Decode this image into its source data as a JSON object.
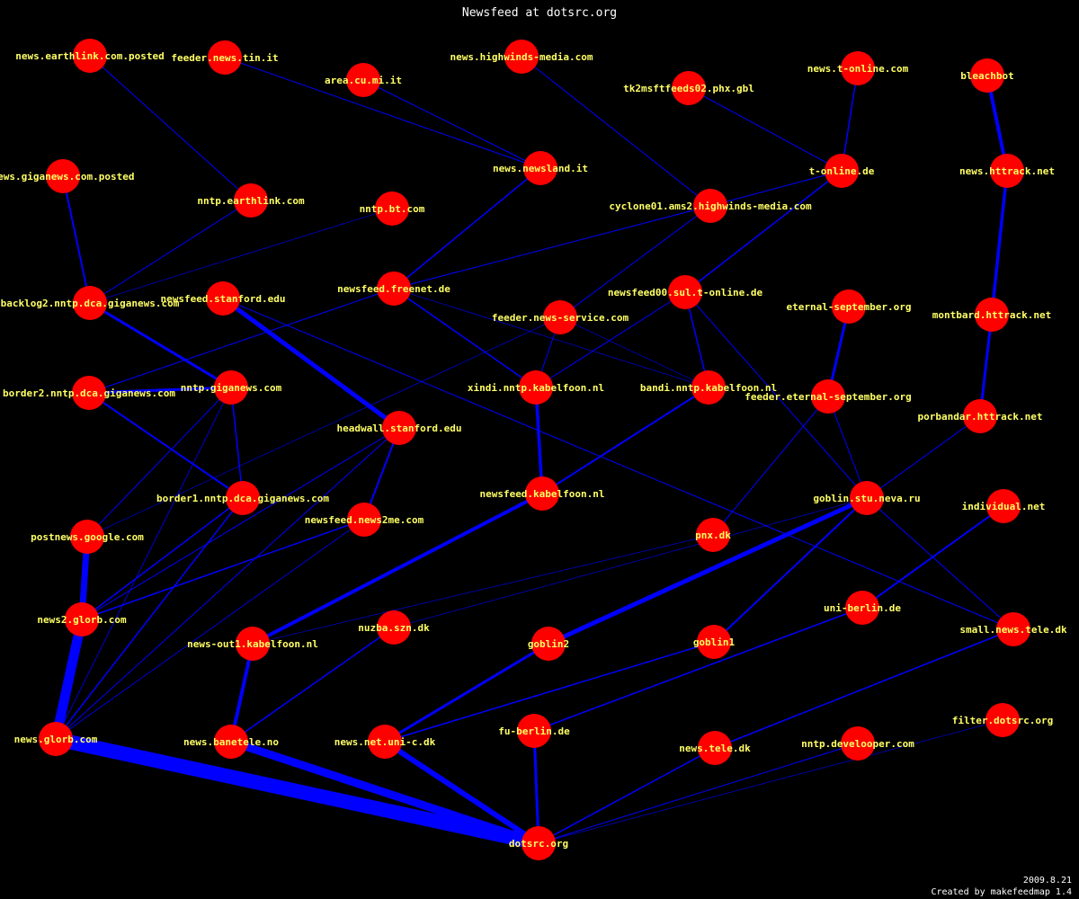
{
  "title": "Newsfeed at dotsrc.org",
  "footer": {
    "date": "2009.8.21",
    "credit": "Created by makefeedmap 1.4"
  },
  "colors": {
    "background": "#000000",
    "node": "#ff0000",
    "edge": "#0000ff",
    "label": "#ffff66",
    "title": "#ffffff"
  },
  "nodes": [
    {
      "id": "earthlink_posted",
      "label": "news.earthlink.com.posted"
    },
    {
      "id": "tin",
      "label": "feeder.news.tin.it"
    },
    {
      "id": "area_cu",
      "label": "area.cu.mi.it"
    },
    {
      "id": "highwinds",
      "label": "news.highwinds-media.com"
    },
    {
      "id": "tk2",
      "label": "tk2msftfeeds02.phx.gbl"
    },
    {
      "id": "toline_news",
      "label": "news.t-online.com"
    },
    {
      "id": "bleachbot",
      "label": "bleachbot"
    },
    {
      "id": "giganews_posted",
      "label": "news.giganews.com.posted"
    },
    {
      "id": "newsland",
      "label": "news.newsland.it"
    },
    {
      "id": "toline_de",
      "label": "t-online.de"
    },
    {
      "id": "httrack_news",
      "label": "news.httrack.net"
    },
    {
      "id": "nntp_earthlink",
      "label": "nntp.earthlink.com"
    },
    {
      "id": "nntp_bt",
      "label": "nntp.bt.com"
    },
    {
      "id": "cyclone",
      "label": "cyclone01.ams2.highwinds-media.com"
    },
    {
      "id": "backlog2",
      "label": "backlog2.nntp.dca.giganews.com"
    },
    {
      "id": "stanford_newsfeed",
      "label": "newsfeed.stanford.edu"
    },
    {
      "id": "freenet",
      "label": "newsfeed.freenet.de"
    },
    {
      "id": "newsfeed00_sul",
      "label": "newsfeed00.sul.t-online.de"
    },
    {
      "id": "eternal",
      "label": "eternal-september.org"
    },
    {
      "id": "montbard",
      "label": "montbard.httrack.net"
    },
    {
      "id": "news_service",
      "label": "feeder.news-service.com"
    },
    {
      "id": "border2",
      "label": "border2.nntp.dca.giganews.com"
    },
    {
      "id": "nntp_giganews",
      "label": "nntp.giganews.com"
    },
    {
      "id": "xindi",
      "label": "xindi.nntp.kabelfoon.nl"
    },
    {
      "id": "bandi",
      "label": "bandi.nntp.kabelfoon.nl"
    },
    {
      "id": "feeder_eternal",
      "label": "feeder.eternal-september.org"
    },
    {
      "id": "porbandar",
      "label": "porbandar.httrack.net"
    },
    {
      "id": "headwall",
      "label": "headwall.stanford.edu"
    },
    {
      "id": "border1",
      "label": "border1.nntp.dca.giganews.com"
    },
    {
      "id": "kabelfoon_newsfeed",
      "label": "newsfeed.kabelfoon.nl"
    },
    {
      "id": "goblin_neva",
      "label": "goblin.stu.neva.ru"
    },
    {
      "id": "individual",
      "label": "individual.net"
    },
    {
      "id": "news2me",
      "label": "newsfeed.news2me.com"
    },
    {
      "id": "postnews_google",
      "label": "postnews.google.com"
    },
    {
      "id": "pnx",
      "label": "pnx.dk"
    },
    {
      "id": "news2_glorb",
      "label": "news2.glorb.com"
    },
    {
      "id": "nuzba",
      "label": "nuzba.szn.dk"
    },
    {
      "id": "newsout1",
      "label": "news-out1.kabelfoon.nl"
    },
    {
      "id": "goblin2",
      "label": "goblin2"
    },
    {
      "id": "goblin1",
      "label": "goblin1"
    },
    {
      "id": "uni_berlin",
      "label": "uni-berlin.de"
    },
    {
      "id": "small_tele",
      "label": "small.news.tele.dk"
    },
    {
      "id": "news_glorb",
      "label": "news.glorb.com"
    },
    {
      "id": "banetele",
      "label": "news.banetele.no"
    },
    {
      "id": "uni_c",
      "label": "news.net.uni-c.dk"
    },
    {
      "id": "fu_berlin",
      "label": "fu-berlin.de"
    },
    {
      "id": "news_tele",
      "label": "news.tele.dk"
    },
    {
      "id": "develooper",
      "label": "nntp.develooper.com"
    },
    {
      "id": "filter_dotsrc",
      "label": "filter.dotsrc.org"
    },
    {
      "id": "dotsrc",
      "label": "dotsrc.org"
    }
  ],
  "edges": [
    [
      "news_glorb",
      "dotsrc",
      16
    ],
    [
      "banetele",
      "dotsrc",
      9
    ],
    [
      "uni_c",
      "dotsrc",
      6
    ],
    [
      "fu_berlin",
      "dotsrc",
      3
    ],
    [
      "news_tele",
      "dotsrc",
      1.5
    ],
    [
      "develooper",
      "dotsrc",
      1
    ],
    [
      "filter_dotsrc",
      "dotsrc",
      0.6
    ],
    [
      "news2_glorb",
      "news_glorb",
      11
    ],
    [
      "postnews_google",
      "news2_glorb",
      7
    ],
    [
      "newsout1",
      "banetele",
      4
    ],
    [
      "nuzba",
      "banetele",
      1.5
    ],
    [
      "goblin2",
      "uni_c",
      3
    ],
    [
      "goblin1",
      "uni_c",
      1.5
    ],
    [
      "uni_berlin",
      "fu_berlin",
      1.5
    ],
    [
      "small_tele",
      "news_tele",
      1.5
    ],
    [
      "individual",
      "uni_berlin",
      2
    ],
    [
      "goblin_neva",
      "goblin2",
      5
    ],
    [
      "goblin_neva",
      "goblin1",
      2
    ],
    [
      "goblin_neva",
      "nuzba",
      0.6
    ],
    [
      "goblin_neva",
      "small_tele",
      1
    ],
    [
      "porbandar",
      "goblin_neva",
      1
    ],
    [
      "kabelfoon_newsfeed",
      "newsout1",
      4
    ],
    [
      "xindi",
      "kabelfoon_newsfeed",
      3.5
    ],
    [
      "bandi",
      "kabelfoon_newsfeed",
      2
    ],
    [
      "stanford_newsfeed",
      "headwall",
      5
    ],
    [
      "headwall",
      "news2me",
      2
    ],
    [
      "headwall",
      "news_glorb",
      1
    ],
    [
      "headwall",
      "news2_glorb",
      1
    ],
    [
      "news2me",
      "news2_glorb",
      1.5
    ],
    [
      "news2me",
      "news_glorb",
      0.8
    ],
    [
      "border1",
      "news2_glorb",
      1.5
    ],
    [
      "border1",
      "news_glorb",
      1.5
    ],
    [
      "nntp_giganews",
      "border1",
      1.5
    ],
    [
      "nntp_giganews",
      "postnews_google",
      1
    ],
    [
      "nntp_giganews",
      "news_glorb",
      0.8
    ],
    [
      "border2",
      "border1",
      2
    ],
    [
      "border2",
      "nntp_giganews",
      3
    ],
    [
      "backlog2",
      "nntp_giganews",
      3
    ],
    [
      "giganews_posted",
      "backlog2",
      2
    ],
    [
      "nntp_earthlink",
      "backlog2",
      1
    ],
    [
      "nntp_bt",
      "backlog2",
      0.6
    ],
    [
      "earthlink_posted",
      "nntp_earthlink",
      1
    ],
    [
      "tin",
      "newsland",
      1
    ],
    [
      "area_cu",
      "newsland",
      1
    ],
    [
      "newsland",
      "freenet",
      1.5
    ],
    [
      "freenet",
      "border2",
      1
    ],
    [
      "freenet",
      "xindi",
      1.5
    ],
    [
      "freenet",
      "bandi",
      0.6
    ],
    [
      "highwinds",
      "cyclone",
      1
    ],
    [
      "cyclone",
      "news_service",
      1
    ],
    [
      "cyclone",
      "freenet",
      1
    ],
    [
      "toline_de",
      "cyclone",
      1
    ],
    [
      "tk2",
      "toline_de",
      1
    ],
    [
      "toline_news",
      "toline_de",
      1.5
    ],
    [
      "toline_de",
      "newsfeed00_sul",
      1.5
    ],
    [
      "newsfeed00_sul",
      "xindi",
      1
    ],
    [
      "newsfeed00_sul",
      "bandi",
      1.5
    ],
    [
      "newsfeed00_sul",
      "goblin_neva",
      1
    ],
    [
      "news_service",
      "xindi",
      1
    ],
    [
      "news_service",
      "bandi",
      0.6
    ],
    [
      "news_service",
      "postnews_google",
      0.6
    ],
    [
      "stanford_newsfeed",
      "small_tele",
      1
    ],
    [
      "eternal",
      "feeder_eternal",
      3
    ],
    [
      "feeder_eternal",
      "pnx",
      1
    ],
    [
      "feeder_eternal",
      "goblin_neva",
      1
    ],
    [
      "pnx",
      "newsout1",
      0.6
    ],
    [
      "bleachbot",
      "httrack_news",
      4
    ],
    [
      "httrack_news",
      "montbard",
      3.5
    ],
    [
      "montbard",
      "porbandar",
      3
    ]
  ]
}
